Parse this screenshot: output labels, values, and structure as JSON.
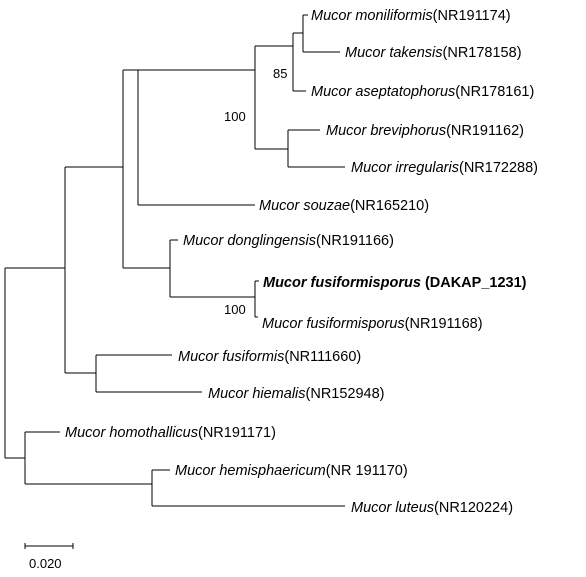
{
  "tree": {
    "taxa": [
      {
        "genus": "Mucor",
        "species": "moniliformis",
        "accession": "(NR191174)"
      },
      {
        "genus": "Mucor",
        "species": "takensis",
        "accession": "(NR178158)"
      },
      {
        "genus": "Mucor",
        "species": "aseptatophorus",
        "accession": "(NR178161)"
      },
      {
        "genus": "Mucor",
        "species": "breviphorus",
        "accession": "(NR191162)"
      },
      {
        "genus": "Mucor",
        "species": "irregularis",
        "accession": "(NR172288)"
      },
      {
        "genus": "Mucor",
        "species": "souzae",
        "accession": "(NR165210)"
      },
      {
        "genus": "Mucor",
        "species": "donglingensis",
        "accession": "(NR191166)"
      },
      {
        "genus": "Mucor",
        "species": "fusiformisporus",
        "accession": "(DAKAP_1231)",
        "bold": true
      },
      {
        "genus": "Mucor",
        "species": "fusiformisporus",
        "accession": "(NR191168)"
      },
      {
        "genus": "Mucor",
        "species": "fusiformis",
        "accession": "(NR111660)"
      },
      {
        "genus": "Mucor",
        "species": "hiemalis",
        "accession": "(NR152948)"
      },
      {
        "genus": "Mucor",
        "species": "homothallicus",
        "accession": "(NR191171)"
      },
      {
        "genus": "Mucor",
        "species": "hemisphaericum",
        "accession": "(NR 191170)"
      },
      {
        "genus": "Mucor",
        "species": "luteus",
        "accession": "(NR120224)"
      }
    ],
    "bootstrap": [
      "85",
      "100",
      "100"
    ],
    "scale_bar": {
      "label": "0.020",
      "value": 0.02
    }
  }
}
